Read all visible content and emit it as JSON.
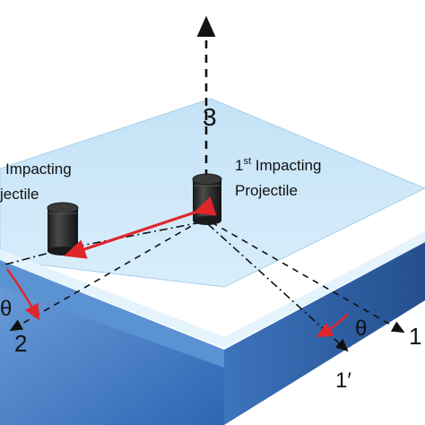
{
  "labels": {
    "axis_3": "3",
    "axis_2": "2",
    "axis_1": "1",
    "axis_1_prime": "1′",
    "theta_left": "θ",
    "theta_right": "θ",
    "first_projectile_line1_base": "1",
    "first_projectile_line1_sup": "st",
    "first_projectile_line1_rest": " Impacting",
    "first_projectile_line2": "Projectile",
    "second_projectile_line1": "Impacting",
    "second_projectile_line2": "jectile"
  },
  "colors": {
    "plate_top": "#cbe6f7",
    "plate_front": "#3f79c2",
    "plate_side": "#2d5e9f",
    "projectile": "#2a2a2a",
    "arrow_red": "#e0262b",
    "dashed_line": "#111111"
  },
  "icons": {
    "first_projectile": "cylinder-projectile-icon",
    "second_projectile": "cylinder-projectile-icon"
  }
}
